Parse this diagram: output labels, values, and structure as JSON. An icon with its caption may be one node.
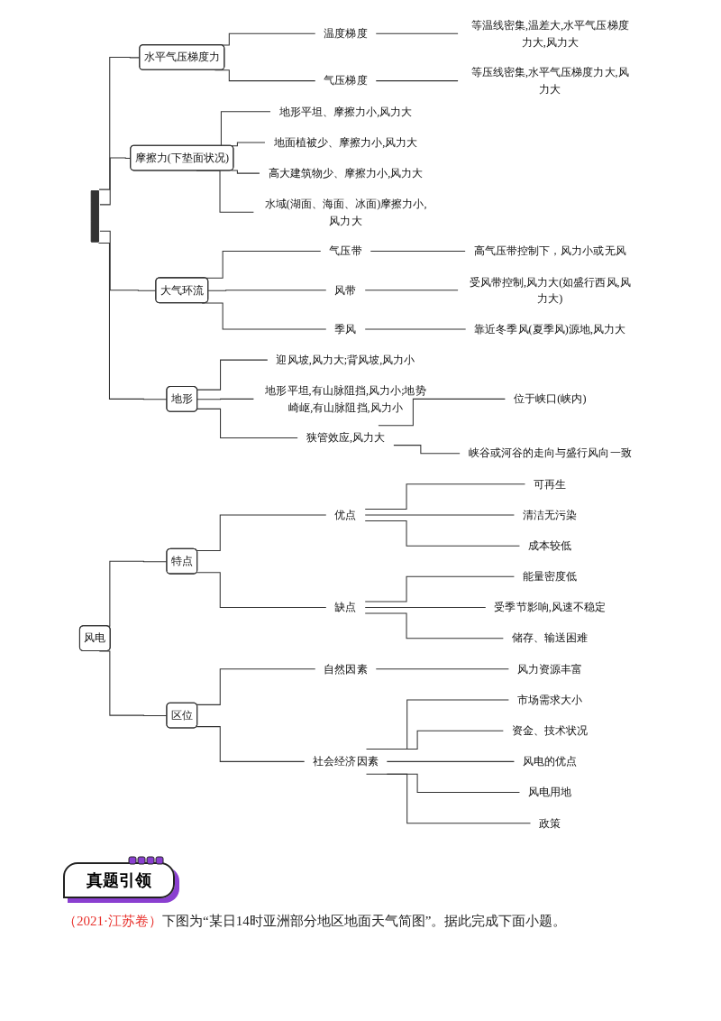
{
  "diagram": {
    "nodes": [
      {
        "text": [],
        "shape": "bar"
      },
      {
        "text": [
          "水平气压梯度力"
        ]
      },
      {
        "text": [
          "温度梯度"
        ]
      },
      {
        "text": [
          "等温线密集,温差大,水平气压梯度力大,风力大"
        ]
      },
      {
        "text": [
          "气压梯度"
        ]
      },
      {
        "text": [
          "等压线密集,水平气压梯度力大,风力大"
        ]
      },
      {
        "text": [
          "摩擦力(下垫面状况)"
        ]
      },
      {
        "text": [
          "地形平坦、摩擦力小,风力大"
        ]
      },
      {
        "text": [
          "地面植被少、摩擦力小,风力大"
        ]
      },
      {
        "text": [
          "高大建筑物少、摩擦力小,风力大"
        ]
      },
      {
        "text": [
          "水域(湖面、海面、冰面)摩擦力小,风力大"
        ]
      },
      {
        "text": [
          "大气环流"
        ]
      },
      {
        "text": [
          "气压带"
        ]
      },
      {
        "text": [
          "高气压带控制下，风力小或无风"
        ]
      },
      {
        "text": [
          "风带"
        ]
      },
      {
        "text": [
          "受风带控制,风力大(如盛行西风,风力大)"
        ]
      },
      {
        "text": [
          "季风"
        ]
      },
      {
        "text": [
          "靠近冬季风(夏季风)源地,风力大"
        ]
      },
      {
        "text": [
          "地形"
        ]
      },
      {
        "text": [
          "迎风坡,风力大;背风坡,风力小"
        ]
      },
      {
        "text": [
          "地形平坦,有山脉阻挡,风力小;地势崎岖,有山脉阻挡,风力小"
        ]
      },
      {
        "text": [
          "狭管效应,风力大"
        ]
      },
      {
        "text": [
          "位于峡口(峡内)"
        ]
      },
      {
        "text": [
          "峡谷或河谷的走向与盛行风向一致"
        ]
      },
      {
        "text": [
          "风电"
        ]
      },
      {
        "text": [
          "特点"
        ]
      },
      {
        "text": [
          "优点"
        ]
      },
      {
        "text": [
          "可再生"
        ]
      },
      {
        "text": [
          "清洁无污染"
        ]
      },
      {
        "text": [
          "成本较低"
        ]
      },
      {
        "text": [
          "缺点"
        ]
      },
      {
        "text": [
          "能量密度低"
        ]
      },
      {
        "text": [
          "受季节影响,风速不稳定"
        ]
      },
      {
        "text": [
          "储存、输送困难"
        ]
      },
      {
        "text": [
          "区位"
        ]
      },
      {
        "text": [
          "自然因素"
        ]
      },
      {
        "text": [
          "风力资源丰富"
        ]
      },
      {
        "text": [
          "社会经济因素"
        ]
      },
      {
        "text": [
          "市场需求大小"
        ]
      },
      {
        "text": [
          "资金、技术状况"
        ]
      },
      {
        "text": [
          "风电的优点"
        ]
      },
      {
        "text": [
          "风电用地"
        ]
      },
      {
        "text": [
          "政策"
        ]
      }
    ],
    "edges": [
      {
        "from": 0,
        "to": 1,
        "arrow": "none"
      },
      {
        "from": 1,
        "to": 2,
        "arrow": "none"
      },
      {
        "from": 2,
        "to": 3,
        "arrow": "none"
      },
      {
        "from": 1,
        "to": 4,
        "arrow": "none"
      },
      {
        "from": 4,
        "to": 5,
        "arrow": "none"
      },
      {
        "from": 0,
        "to": 6,
        "arrow": "none"
      },
      {
        "from": 6,
        "to": 7,
        "arrow": "none"
      },
      {
        "from": 6,
        "to": 8,
        "arrow": "none"
      },
      {
        "from": 6,
        "to": 9,
        "arrow": "none"
      },
      {
        "from": 6,
        "to": 10,
        "arrow": "none"
      },
      {
        "from": 0,
        "to": 11,
        "arrow": "none"
      },
      {
        "from": 11,
        "to": 12,
        "arrow": "none"
      },
      {
        "from": 12,
        "to": 13,
        "arrow": "none"
      },
      {
        "from": 11,
        "to": 14,
        "arrow": "none"
      },
      {
        "from": 14,
        "to": 15,
        "arrow": "none"
      },
      {
        "from": 11,
        "to": 16,
        "arrow": "none"
      },
      {
        "from": 16,
        "to": 17,
        "arrow": "none"
      },
      {
        "from": 0,
        "to": 18,
        "arrow": "none"
      },
      {
        "from": 18,
        "to": 19,
        "arrow": "none"
      },
      {
        "from": 18,
        "to": 20,
        "arrow": "none"
      },
      {
        "from": 18,
        "to": 21,
        "arrow": "none"
      },
      {
        "from": 21,
        "to": 22,
        "arrow": "none"
      },
      {
        "from": 21,
        "to": 23,
        "arrow": "none"
      },
      {
        "from": 24,
        "to": 25,
        "arrow": "none"
      },
      {
        "from": 25,
        "to": 26,
        "arrow": "none"
      },
      {
        "from": 26,
        "to": 27,
        "arrow": "none"
      },
      {
        "from": 26,
        "to": 28,
        "arrow": "none"
      },
      {
        "from": 26,
        "to": 29,
        "arrow": "none"
      },
      {
        "from": 25,
        "to": 30,
        "arrow": "none"
      },
      {
        "from": 30,
        "to": 31,
        "arrow": "none"
      },
      {
        "from": 30,
        "to": 32,
        "arrow": "none"
      },
      {
        "from": 30,
        "to": 33,
        "arrow": "none"
      },
      {
        "from": 24,
        "to": 34,
        "arrow": "none"
      },
      {
        "from": 34,
        "to": 35,
        "arrow": "none"
      },
      {
        "from": 35,
        "to": 36,
        "arrow": "none"
      },
      {
        "from": 34,
        "to": 37,
        "arrow": "none"
      },
      {
        "from": 37,
        "to": 38,
        "arrow": "none"
      },
      {
        "from": 37,
        "to": 39,
        "arrow": "none"
      },
      {
        "from": 37,
        "to": 40,
        "arrow": "none"
      },
      {
        "from": 37,
        "to": 41,
        "arrow": "none"
      },
      {
        "from": 37,
        "to": 42,
        "arrow": "none"
      }
    ],
    "labels": [
      "真题引领",
      "（2021·江苏卷）",
      "下图为“某日14时亚洲部分地区地面天气简图”。据此完成下面小题。"
    ]
  }
}
